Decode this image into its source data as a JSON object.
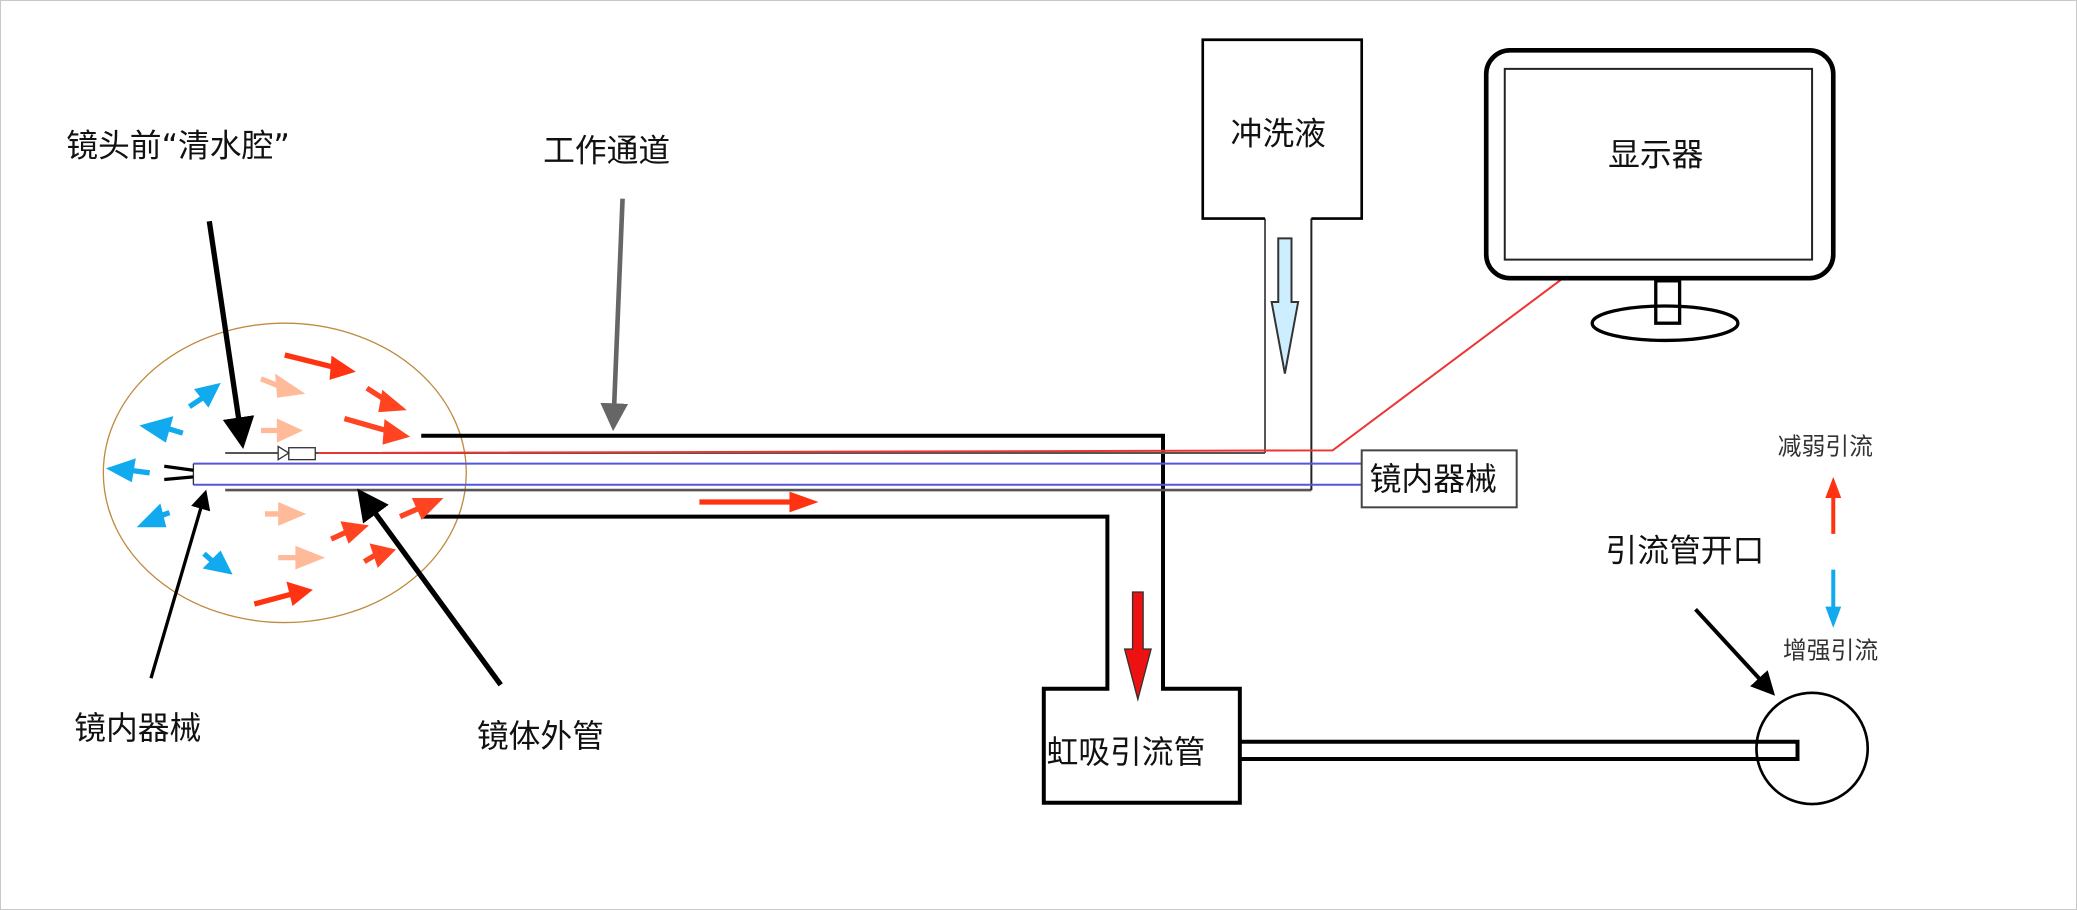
{
  "labels": {
    "lens_chamber": "镜头前“清水腔”",
    "working_channel": "工作通道",
    "flush_liquid": "冲洗液",
    "monitor": "显示器",
    "instrument_right": "镜内器械",
    "instrument_left": "镜内器械",
    "outer_sheath": "镜体外管",
    "siphon_tube": "虹吸引流管",
    "drain_opening": "引流管开口",
    "reduce_drain": "减弱引流",
    "enhance_drain": "增强引流"
  },
  "colors": {
    "outflow_red": "#ff4422",
    "inflow_peach": "#ffbb99",
    "splash_blue": "#11aaee",
    "camera_cable_red": "#ee3333",
    "instrument_blue": "#5555dd",
    "flush_fill": "#cceeff",
    "siphon_arrow": "#ee1111",
    "sphere_outline": "#c08a40"
  }
}
